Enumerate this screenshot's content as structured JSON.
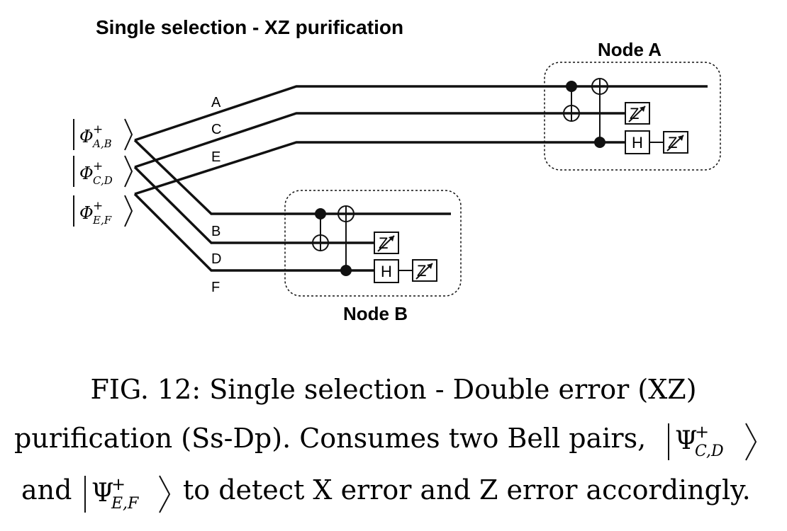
{
  "title": "Single selection - XZ purification",
  "nodes": {
    "a": {
      "label": "Node A"
    },
    "b": {
      "label": "Node B"
    }
  },
  "wire_labels": [
    "A",
    "C",
    "E",
    "B",
    "D",
    "F"
  ],
  "bell_pairs": [
    {
      "symbol": "Φ",
      "sup": "+",
      "sub": "A,B"
    },
    {
      "symbol": "Φ",
      "sup": "+",
      "sub": "C,D"
    },
    {
      "symbol": "Φ",
      "sup": "+",
      "sub": "E,F"
    }
  ],
  "gates": {
    "hadamard": "H",
    "measure_basis": "Z"
  },
  "caption": {
    "line1": "FIG. 12: Single selection - Double error (XZ)",
    "line2_prefix": "purification (Ss-Dp). Consumes two Bell pairs,",
    "ket1": {
      "symbol": "Ψ",
      "sup": "+",
      "sub": "C,D"
    },
    "line3_prefix": "and",
    "ket2": {
      "symbol": "Ψ",
      "sup": "+",
      "sub": "E,F"
    },
    "line3_suffix": "to detect X error and Z error accordingly."
  }
}
